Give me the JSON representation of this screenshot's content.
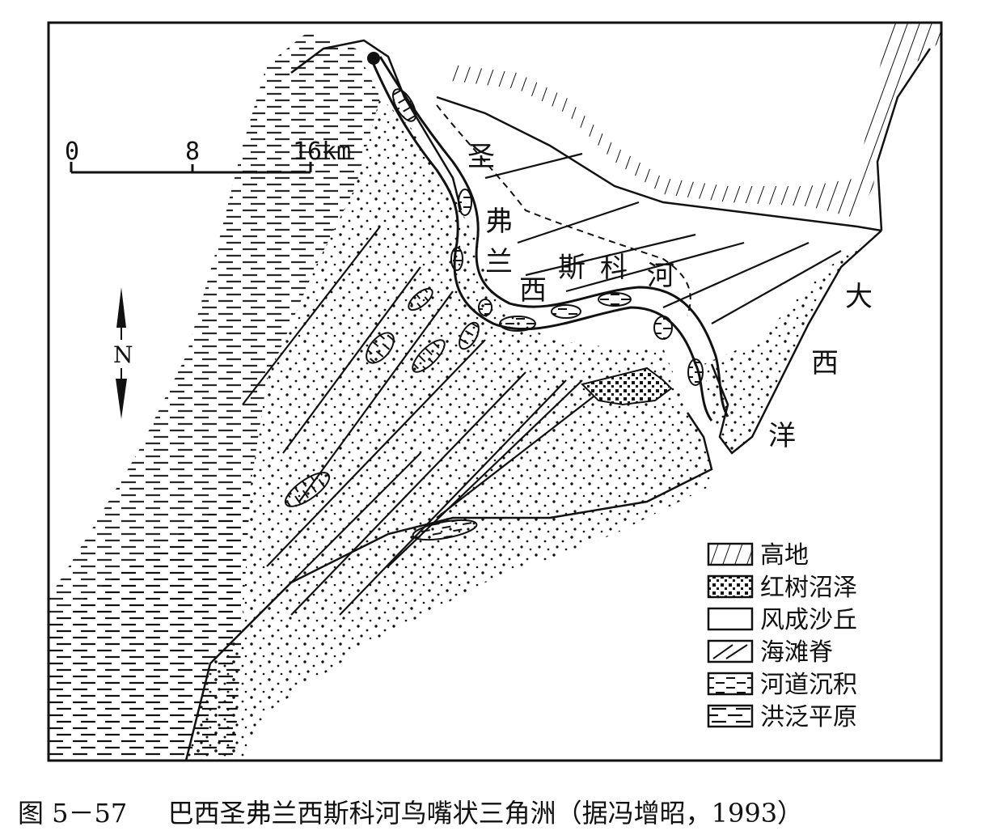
{
  "scale": {
    "ticks": [
      "0",
      "8",
      "16km"
    ]
  },
  "north": {
    "label": "N"
  },
  "map_labels": {
    "river_chars": [
      "圣",
      "弗",
      "兰",
      "西",
      "斯",
      "科",
      "河"
    ],
    "ocean_chars": [
      "大",
      "西",
      "洋"
    ]
  },
  "legend": [
    {
      "key": "highland",
      "label": "高地"
    },
    {
      "key": "mangrove",
      "label": "红树沼泽"
    },
    {
      "key": "dune",
      "label": "风成沙丘"
    },
    {
      "key": "beach_ridge",
      "label": "海滩脊"
    },
    {
      "key": "channel",
      "label": "河道沉积"
    },
    {
      "key": "floodplain",
      "label": "洪泛平原"
    }
  ],
  "caption": {
    "figure_number": "图 5－57",
    "title": "巴西圣弗兰西斯科河鸟嘴状三角洲（据冯增昭，1993）"
  },
  "colors": {
    "ink": "#111111",
    "paper": "#ffffff"
  }
}
